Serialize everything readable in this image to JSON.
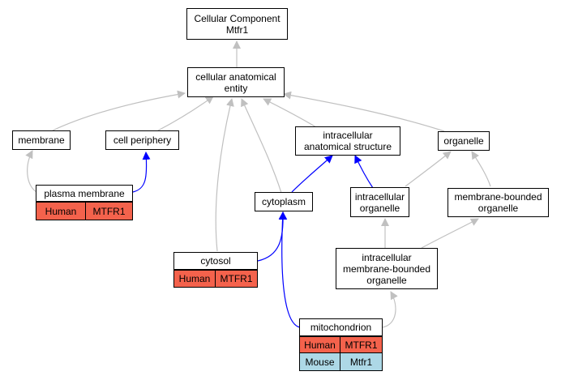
{
  "nodes": {
    "root": "Cellular Component\nMtfr1",
    "entity": "cellular anatomical\nentity",
    "membrane": "membrane",
    "periphery": "cell periphery",
    "intra_struct": "intracellular\nanatomical structure",
    "organelle": "organelle",
    "plasma": "plasma membrane",
    "cytoplasm": "cytoplasm",
    "intra_org": "intracellular\norganelle",
    "mb_org": "membrane-bounded\norganelle",
    "cytosol": "cytosol",
    "intra_mb_org": "intracellular\nmembrane-bounded\norganelle",
    "mito": "mitochondrion"
  },
  "annotations": {
    "plasma": [
      {
        "species": "Human",
        "gene": "MTFR1"
      }
    ],
    "cytosol": [
      {
        "species": "Human",
        "gene": "MTFR1"
      }
    ],
    "mito": [
      {
        "species": "Human",
        "gene": "MTFR1"
      },
      {
        "species": "Mouse",
        "gene": "Mtfr1"
      }
    ]
  },
  "colors": {
    "human": "#f4624c",
    "mouse": "#add8e6",
    "direct_edge": "#0000ff",
    "inferred_edge": "#c0c0c0"
  }
}
